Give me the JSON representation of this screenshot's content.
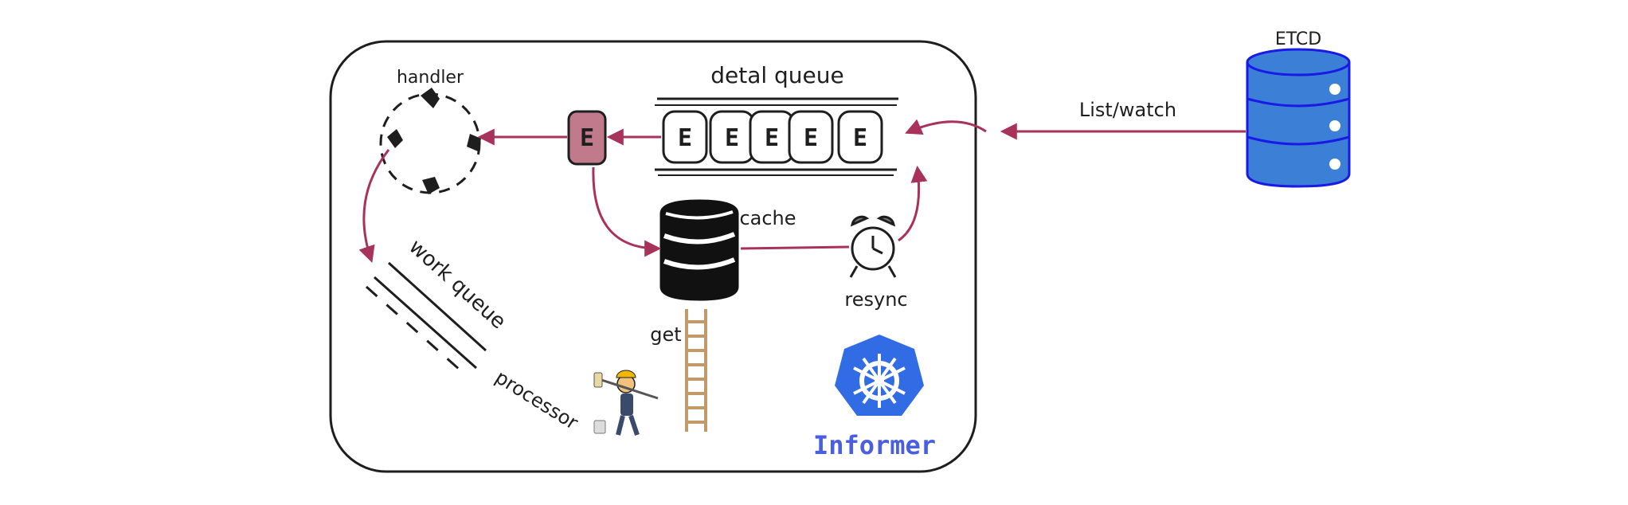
{
  "labels": {
    "handler": "handler",
    "delta_queue": "detal queue",
    "cache": "cache",
    "resync": "resync",
    "work_queue": "work queue",
    "get": "get",
    "processor": "processor",
    "list_watch": "List/watch",
    "etcd": "ETCD",
    "informer": "Informer"
  },
  "event_letter": "E",
  "queue_events": [
    "E",
    "E",
    "E",
    "E",
    "E"
  ],
  "colors": {
    "arrow": "#a8325a",
    "event_fill": "#c07a8c",
    "etcd_fill": "#3b7fd6",
    "etcd_stroke": "#1a1ae6",
    "k8s_blue": "#326ce5",
    "informer_text": "#4a5fe0"
  },
  "icons": [
    "handler-cycle-icon",
    "cache-database-icon",
    "alarm-clock-icon",
    "etcd-database-icon",
    "kubernetes-logo-icon",
    "ladder-icon",
    "worker-icon"
  ]
}
